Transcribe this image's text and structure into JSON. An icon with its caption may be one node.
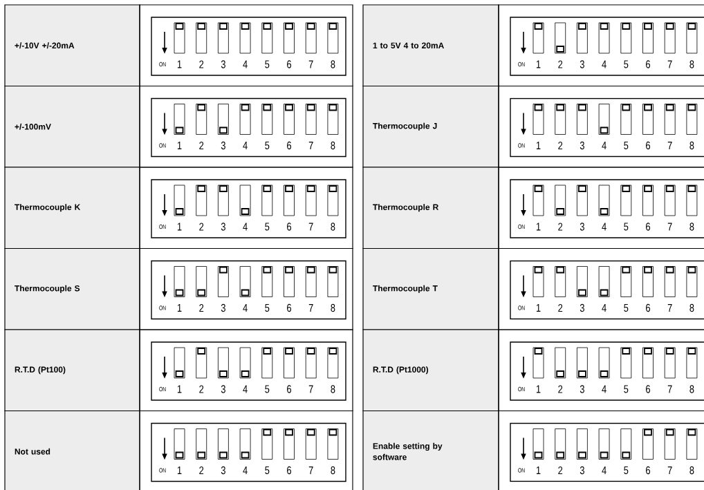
{
  "diagram": {
    "labels": [
      "+/-10V +/-20mA",
      "ON",
      "1",
      "2",
      "3",
      "4",
      "5",
      "6",
      "7",
      "8",
      "1 to 5V 4 to 20mA",
      "ON",
      "1",
      "2",
      "3",
      "4",
      "5",
      "6",
      "7",
      "8",
      "+/-100mV",
      "ON",
      "1",
      "2",
      "3",
      "4",
      "5",
      "6",
      "7",
      "8",
      "Thermocouple J",
      "ON",
      "1",
      "2",
      "3",
      "4",
      "5",
      "6",
      "7",
      "8",
      "Thermocouple K",
      "ON",
      "1",
      "2",
      "3",
      "4",
      "5",
      "6",
      "7",
      "8",
      "Thermocouple R",
      "ON",
      "1",
      "2",
      "3",
      "4",
      "5",
      "6",
      "7",
      "8",
      "Thermocouple S",
      "ON",
      "1",
      "2",
      "3",
      "4",
      "5",
      "6",
      "7",
      "8",
      "Thermocouple T",
      "ON",
      "1",
      "2",
      "3",
      "4",
      "5",
      "6",
      "7",
      "8",
      "R.T.D (Pt100)",
      "ON",
      "1",
      "2",
      "3",
      "4",
      "5",
      "6",
      "7",
      "8",
      "R.T.D (Pt1000)",
      "ON",
      "1",
      "2",
      "3",
      "4",
      "5",
      "6",
      "7",
      "8",
      "Not used",
      "ON",
      "1",
      "2",
      "3",
      "4",
      "5",
      "6",
      "7",
      "8",
      "Enable setting by software",
      "ON",
      "1",
      "2",
      "3",
      "4",
      "5",
      "6",
      "7",
      "8"
    ]
  }
}
